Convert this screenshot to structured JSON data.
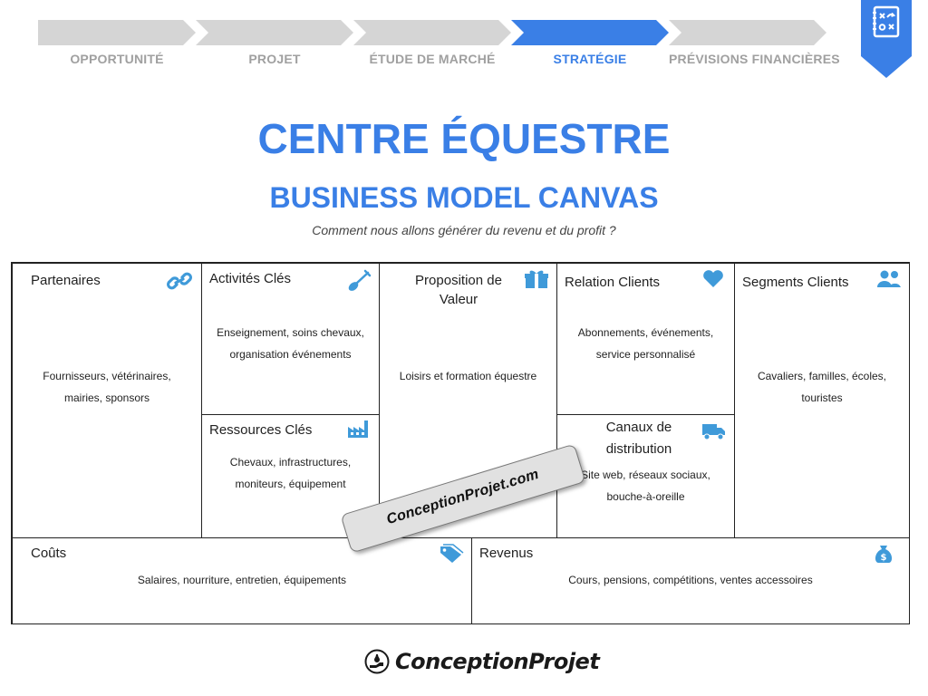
{
  "stepper": {
    "steps": [
      {
        "label": "OPPORTUNITÉ",
        "active": false
      },
      {
        "label": "PROJET",
        "active": false
      },
      {
        "label": "ÉTUDE DE MARCHÉ",
        "active": false
      },
      {
        "label": "STRATÉGIE",
        "active": true
      },
      {
        "label": "PRÉVISIONS FINANCIÈRES",
        "active": false
      }
    ],
    "bookmark_icon": "strategy-board-icon"
  },
  "header": {
    "title": "CENTRE ÉQUESTRE",
    "subtitle_title": "BUSINESS MODEL CANVAS",
    "tagline": "Comment nous allons générer du revenu et du profit ?"
  },
  "canvas": {
    "partenaires": {
      "title": "Partenaires",
      "icon": "chain-link-icon",
      "lines": [
        "Fournisseurs, vétérinaires,",
        "mairies, sponsors"
      ]
    },
    "activites": {
      "title": "Activités Clés",
      "icon": "shovel-icon",
      "lines": [
        "Enseignement, soins chevaux,",
        "organisation événements"
      ]
    },
    "ressources": {
      "title": "Ressources Clés",
      "icon": "factory-icon",
      "lines": [
        "Chevaux, infrastructures,",
        "moniteurs, équipement"
      ]
    },
    "proposition": {
      "title": "Proposition de Valeur",
      "title_line1": "Proposition de",
      "title_line2": "Valeur",
      "icon": "gift-icon",
      "lines": [
        "Loisirs et formation équestre"
      ]
    },
    "relation": {
      "title": "Relation Clients",
      "icon": "heart-icon",
      "lines": [
        "Abonnements, événements,",
        "service personnalisé"
      ]
    },
    "canaux": {
      "title": "Canaux de distribution",
      "title_line1": "Canaux de",
      "title_line2": "distribution",
      "icon": "truck-icon",
      "lines": [
        "Site web, réseaux sociaux,",
        "bouche-à-oreille"
      ]
    },
    "segments": {
      "title": "Segments Clients",
      "icon": "users-icon",
      "lines": [
        "Cavaliers, familles, écoles,",
        "touristes"
      ]
    },
    "couts": {
      "title": "Coûts",
      "icon": "price-tag-icon",
      "lines": [
        "Salaires, nourriture, entretien, équipements"
      ]
    },
    "revenus": {
      "title": "Revenus",
      "icon": "money-bag-icon",
      "lines": [
        "Cours, pensions, compétitions, ventes accessoires"
      ]
    }
  },
  "watermark": "ConceptionProjet.com",
  "footer": {
    "brand": "ConceptionProjet"
  },
  "colors": {
    "accent": "#3a7fe6",
    "icon": "#3f9ad9",
    "inactive_step": "#d5d5d5",
    "inactive_label": "#a0a0a0"
  }
}
